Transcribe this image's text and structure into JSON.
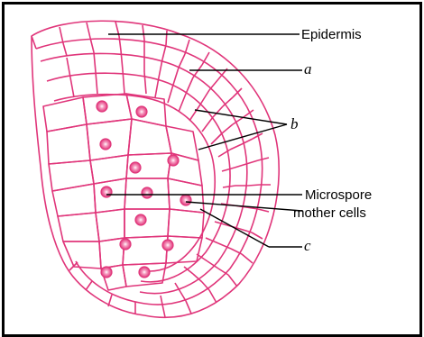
{
  "diagram": {
    "labels": {
      "epidermis": "Epidermis",
      "a": "a",
      "b": "b",
      "msmc_line1": "Microspore",
      "msmc_line2": "mother cells",
      "c": "c"
    },
    "colors": {
      "cell_wall": "#e0357a",
      "nucleus_fill": "#ec4d8f",
      "frame": "#000000",
      "leader_line": "#000000"
    }
  }
}
